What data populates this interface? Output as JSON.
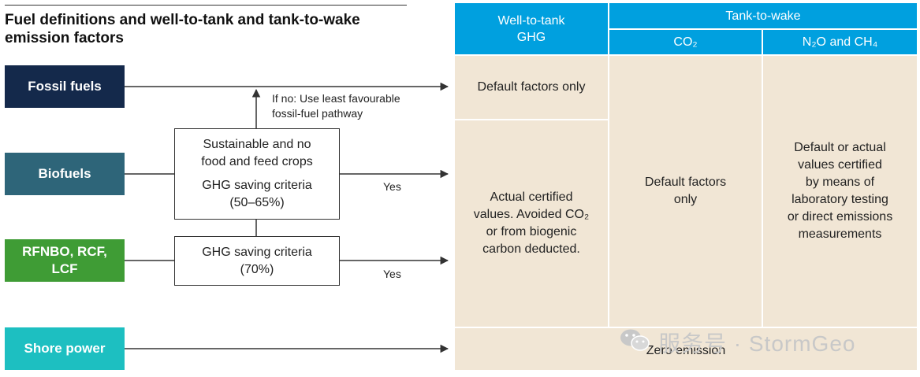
{
  "title": {
    "line1": "Fuel definitions and well-to-tank and tank-to-wake",
    "line2": "emission factors"
  },
  "fuels": {
    "fossil": {
      "label": "Fossil fuels",
      "color": "#14294b"
    },
    "bio": {
      "label": "Biofuels",
      "color": "#2e6579"
    },
    "rfnbo": {
      "line1": "RFNBO, RCF,",
      "line2": "LCF",
      "color": "#3f9c35"
    },
    "shore": {
      "label": "Shore power",
      "color": "#1dbfc1"
    }
  },
  "criteria_bio": {
    "line1": "Sustainable and no",
    "line2": "food and feed crops",
    "line3": "GHG saving criteria",
    "line4": "(50–65%)"
  },
  "criteria_rfnbo": {
    "line1": "GHG saving criteria",
    "line2": "(70%)"
  },
  "note_if_no": {
    "line1": "If no: Use least favourable",
    "line2": "fossil-fuel pathway"
  },
  "yes_label_1": "Yes",
  "yes_label_2": "Yes",
  "table": {
    "wtt_header": {
      "line1": "Well-to-tank",
      "line2": "GHG"
    },
    "ttw_header": "Tank-to-wake",
    "co2_header": "CO₂",
    "n2o_header": "N₂O and CH₄",
    "wtt_fossil": "Default factors only",
    "wtt_certified": {
      "line1": "Actual certified",
      "line2": "values. Avoided CO₂",
      "line3": "or from biogenic",
      "line4": "carbon deducted."
    },
    "co2_cell": {
      "line1": "Default factors",
      "line2": "only"
    },
    "n2o_cell": {
      "line1": "Default or actual",
      "line2": "values certified",
      "line3": "by means of",
      "line4": "laboratory testing",
      "line5": "or direct emissions",
      "line6": "measurements"
    },
    "zero_emission": "Zero emission",
    "header_color": "#00a0df",
    "cell_color": "#f1e6d5"
  },
  "watermark": {
    "text": "服务号 · StormGeo",
    "icon": "wechat-icon"
  }
}
